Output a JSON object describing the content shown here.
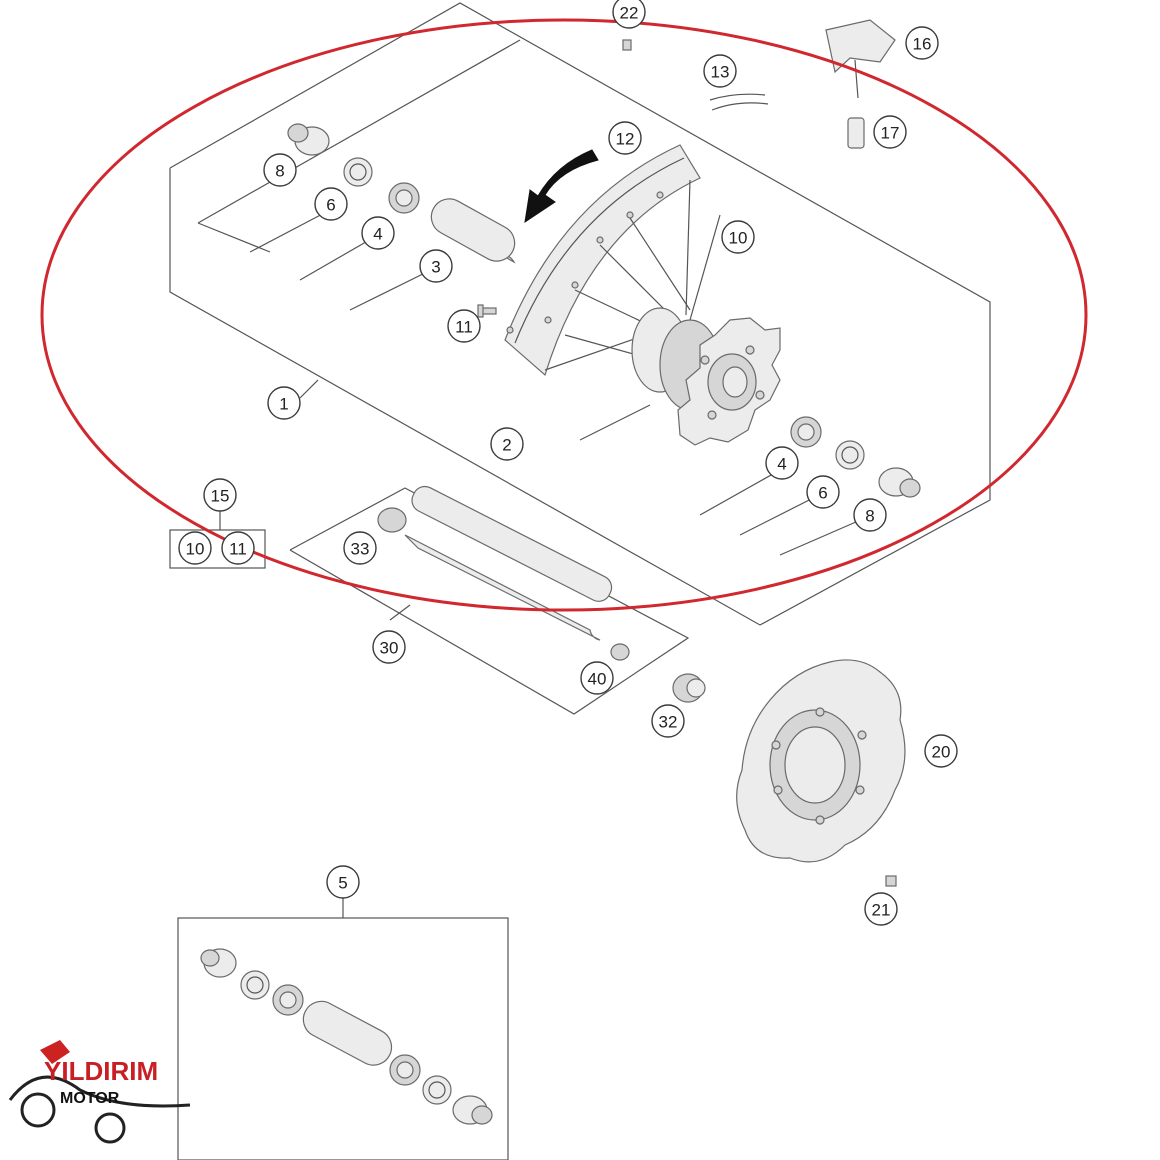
{
  "callouts": [
    {
      "id": "c1",
      "label": "1"
    },
    {
      "id": "c2",
      "label": "2"
    },
    {
      "id": "c3",
      "label": "3"
    },
    {
      "id": "c4a",
      "label": "4"
    },
    {
      "id": "c4b",
      "label": "4"
    },
    {
      "id": "c5",
      "label": "5"
    },
    {
      "id": "c6a",
      "label": "6"
    },
    {
      "id": "c6b",
      "label": "6"
    },
    {
      "id": "c8a",
      "label": "8"
    },
    {
      "id": "c8b",
      "label": "8"
    },
    {
      "id": "c10a",
      "label": "10"
    },
    {
      "id": "c10b",
      "label": "10"
    },
    {
      "id": "c11a",
      "label": "11"
    },
    {
      "id": "c11b",
      "label": "11"
    },
    {
      "id": "c12",
      "label": "12"
    },
    {
      "id": "c13",
      "label": "13"
    },
    {
      "id": "c15",
      "label": "15"
    },
    {
      "id": "c16",
      "label": "16"
    },
    {
      "id": "c17",
      "label": "17"
    },
    {
      "id": "c20",
      "label": "20"
    },
    {
      "id": "c21",
      "label": "21"
    },
    {
      "id": "c22",
      "label": "22"
    },
    {
      "id": "c30",
      "label": "30"
    },
    {
      "id": "c32",
      "label": "32"
    },
    {
      "id": "c33",
      "label": "33"
    },
    {
      "id": "c40",
      "label": "40"
    }
  ],
  "highlight_color": "#d0282e",
  "logo": {
    "line1": "YILDIRIM",
    "line2": "MOTOR"
  }
}
